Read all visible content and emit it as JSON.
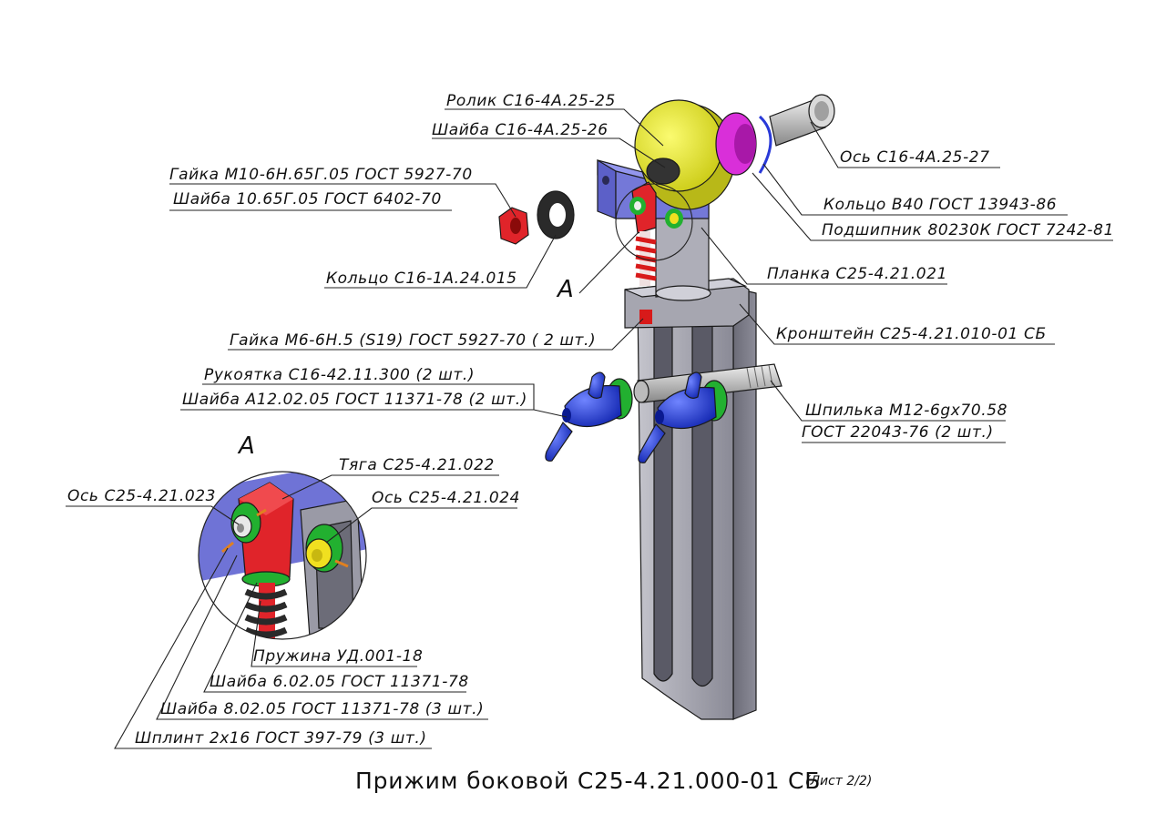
{
  "title": "Прижим боковой С25-4.21.000-01 СБ",
  "subtitle": "(Лист 2/2)",
  "view_label_main": "А",
  "view_label_detail": "А",
  "colors": {
    "bracket": "#9a9aa6",
    "plate": "#6f73d6",
    "roller": "#eaea2a",
    "bearing": "#d92fd9",
    "axle": "#c8c8c8",
    "nut": "#e0242a",
    "ring": "#2a2a2a",
    "handle": "#1530e0",
    "washer": "#22b030",
    "pin_yellow": "#f0e020",
    "spring": "#d81a1a"
  },
  "labels": {
    "rolik": "Ролик С16-4А.25-25",
    "shaiba_roller": "Шайба С16-4А.25-26",
    "gaika_m10": "Гайка М10-6Н.65Г.05 ГОСТ 5927-70",
    "shaiba_10": "Шайба 10.65Г.05 ГОСТ 6402-70",
    "ring_c16": "Кольцо С16-1А.24.015",
    "os_27": "Ось С16-4А.25-27",
    "kolco_v40": "Кольцо В40 ГОСТ 13943-86",
    "podshipnik": "Подшипник 80230К ГОСТ 7242-81",
    "planka": "Планка С25-4.21.021",
    "kronshtein": "Кронштейн С25-4.21.010-01 СБ",
    "gaika_m6": "Гайка М6-6Н.5 (S19) ГОСТ 5927-70 ( 2 шт.)",
    "rukoyatka": "Рукоятка С16-42.11.300 (2 шт.)",
    "shaiba_a12": "Шайба А12.02.05 ГОСТ 11371-78  (2 шт.)",
    "shpilka_1": "Шпилька М12-6gx70.58",
    "shpilka_2": "ГОСТ 22043-76 (2 шт.)",
    "tyaga": "Тяга С25-4.21.022",
    "os_023": "Ось С25-4.21.023",
    "os_024": "Ось С25-4.21.024",
    "pruzhina": "Пружина УД.001-18",
    "shaiba_6": "Шайба 6.02.05 ГОСТ 11371-78",
    "shaiba_8": "Шайба 8.02.05 ГОСТ 11371-78 (3 шт.)",
    "shplint": "Шплинт 2х16 ГОСТ 397-79 (3 шт.)"
  }
}
